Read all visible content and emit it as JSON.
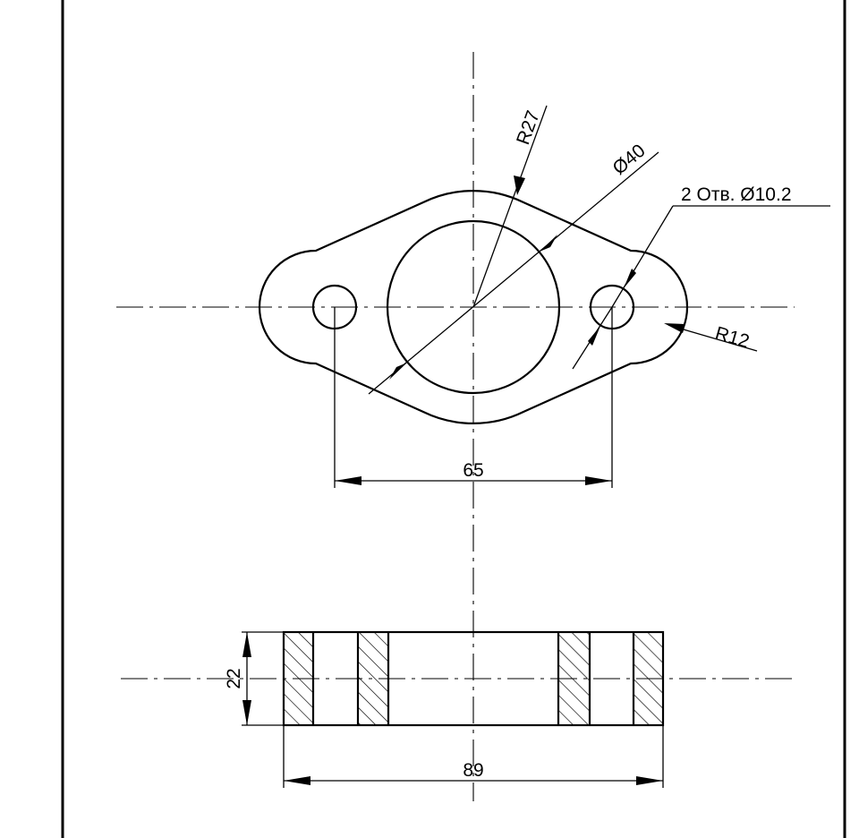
{
  "top_view": {
    "dim_r27": "R27",
    "dim_d40": "Ø40",
    "dim_holes": "2 Отв. Ø10.2",
    "dim_r12": "R12",
    "dim_65": "65"
  },
  "section_view": {
    "dim_22": "22",
    "dim_89": "89"
  }
}
